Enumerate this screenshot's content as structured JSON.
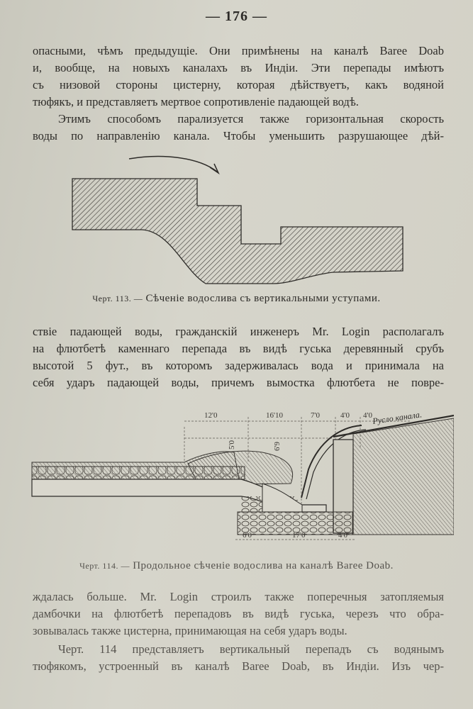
{
  "page_number": "— 176 —",
  "para1": [
    "опасными, чѣмъ предыдущіе. Они примѣнены на каналѣ Baree Doab",
    "и, вообще, на новыхъ каналахъ въ Индіи. Эти перепады имѣютъ",
    "съ низовой стороны цистерну, которая дѣйствуетъ, какъ водяной",
    "тюфякъ, и представляетъ мертвое сопротивленіе падающей водѣ."
  ],
  "para2": [
    "Этимъ способомъ парализуется также горизонтальная скорость",
    "воды по направленію канала. Чтобы уменьшить разрушающее дѣй-"
  ],
  "fig113": {
    "label": "Черт. 113. —",
    "caption": "Сѣченіе водослива съ вертикальными уступами."
  },
  "para3": [
    "ствіе падающей воды, гражданскій инженеръ Mr. Login располагалъ",
    "на флютбетѣ каменнаго перепада въ видѣ гуська деревянный срубъ",
    "высотой 5 фут., въ которомъ задерживалась вода и принимала на",
    "себя ударъ падающей воды, причемъ вымостка флютбета не повре-"
  ],
  "fig114": {
    "label": "Черт. 114. —",
    "caption": "Продольное сѣченіе водослива на каналѣ Baree Doab.",
    "dims_top": [
      "12'0",
      "16'10",
      "7'0",
      "4'0",
      "4'0"
    ],
    "dims_bottom": [
      "6'0",
      "17'0",
      "4'0"
    ],
    "dims_vertical": [
      "5'0",
      "6'9"
    ],
    "canal_label": "Русло канала."
  },
  "para4": [
    "ждалась больше. Mr. Login строилъ также поперечныя затопляемыя",
    "дамбочки на флютбетѣ перепадовъ въ видѣ гуська, черезъ что обра-",
    "зовывалась также цистерна, принимающая на себя ударъ воды."
  ],
  "para5": [
    "Черт. 114 представляетъ вертикальный перепадъ съ водянымъ",
    "тюфякомъ, устроенный въ каналѣ Baree Doab, въ Индіи. Изъ чер-"
  ]
}
